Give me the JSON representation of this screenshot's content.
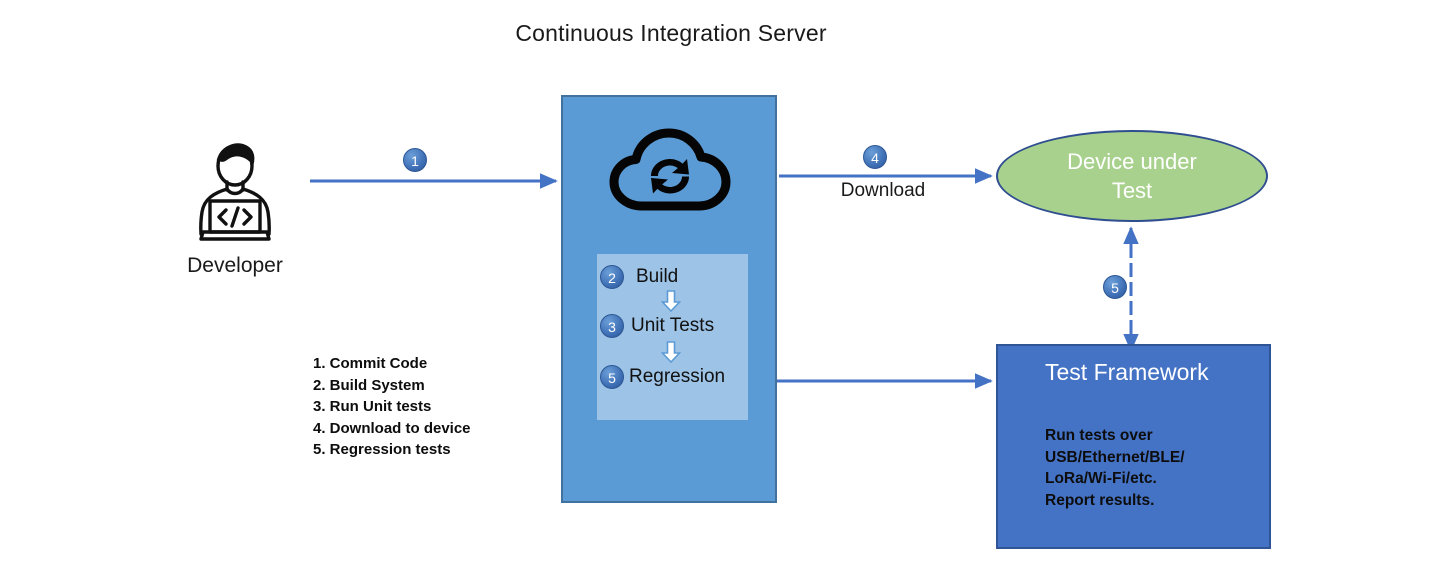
{
  "diagram": {
    "title": "Continuous Integration Server",
    "accent_blue": "#4472C4",
    "ci_box_blue": "#5B9BD5",
    "pipeline_panel_blue": "#9DC3E6",
    "device_green": "#A9D18E",
    "connector_blue": "#4472C4"
  },
  "developer": {
    "label": "Developer",
    "icon": "developer-person-laptop-icon",
    "laptop_glyph": "</>"
  },
  "ci_server": {
    "icon": "cloud-sync-icon",
    "pipeline": {
      "steps": [
        {
          "badge": "2",
          "label": "Build"
        },
        {
          "badge": "3",
          "label": "Unit Tests"
        },
        {
          "badge": "5",
          "label": "Regression"
        }
      ],
      "connector_icon": "down-block-arrow-icon"
    }
  },
  "device_under_test": {
    "line1": "Device under",
    "line2": "Test"
  },
  "test_framework": {
    "title": "Test Framework",
    "body": "Run tests over\nUSB/Ethernet/BLE/\nLoRa/Wi-Fi/etc.\nReport results."
  },
  "flows": [
    {
      "badge": "1",
      "label": "",
      "from": "developer",
      "to": "ci-server"
    },
    {
      "badge": "4",
      "label": "Download",
      "from": "ci-server",
      "to": "device-under-test"
    },
    {
      "badge": "5",
      "label": "",
      "from": "test-framework",
      "to": "device-under-test",
      "style": "dashed-bidirectional"
    }
  ],
  "download_label": "Download",
  "legend": {
    "items": [
      "1. Commit Code",
      "2. Build System",
      "3. Run Unit tests",
      "4. Download to device",
      "5. Regression tests"
    ]
  }
}
